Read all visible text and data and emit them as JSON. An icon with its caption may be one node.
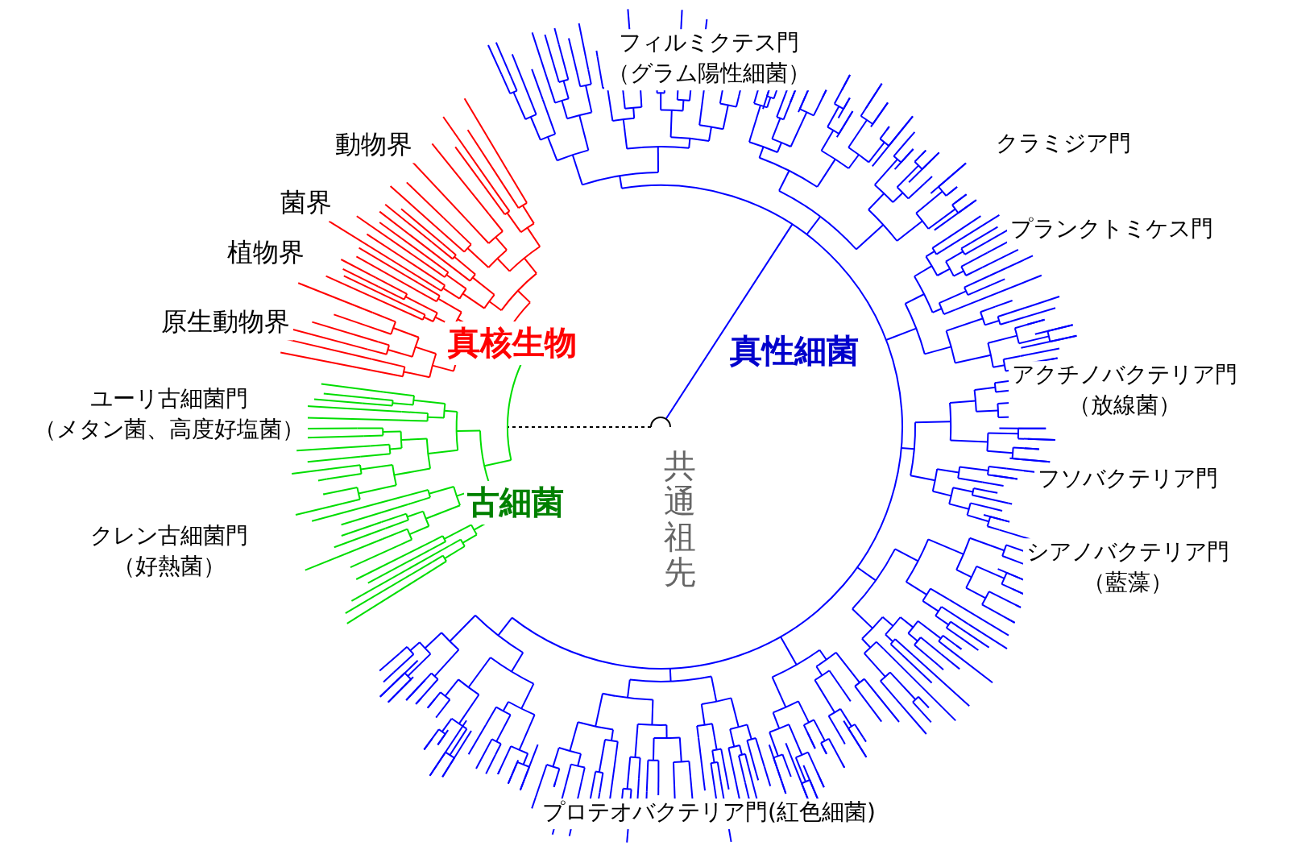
{
  "diagram": {
    "labels": [
      "フィルミクテス門（グラム陽性細菌）",
      "動物界",
      "クラミジア門",
      "菌界",
      "植物界",
      "プランクトミケス門",
      "原生動物界",
      "真核生物",
      "真性細菌",
      "アクチノバクテリア門（放線菌）",
      "ユーリ古細菌門（メタン菌、高度好塩菌）",
      "フソバクテリア門",
      "古細菌",
      "共通祖先",
      "クレン古細菌門（好熱菌）",
      "シアノバクテリア門（藍藻）",
      "プロテオバクテリア門(紅色細菌)"
    ]
  }
}
